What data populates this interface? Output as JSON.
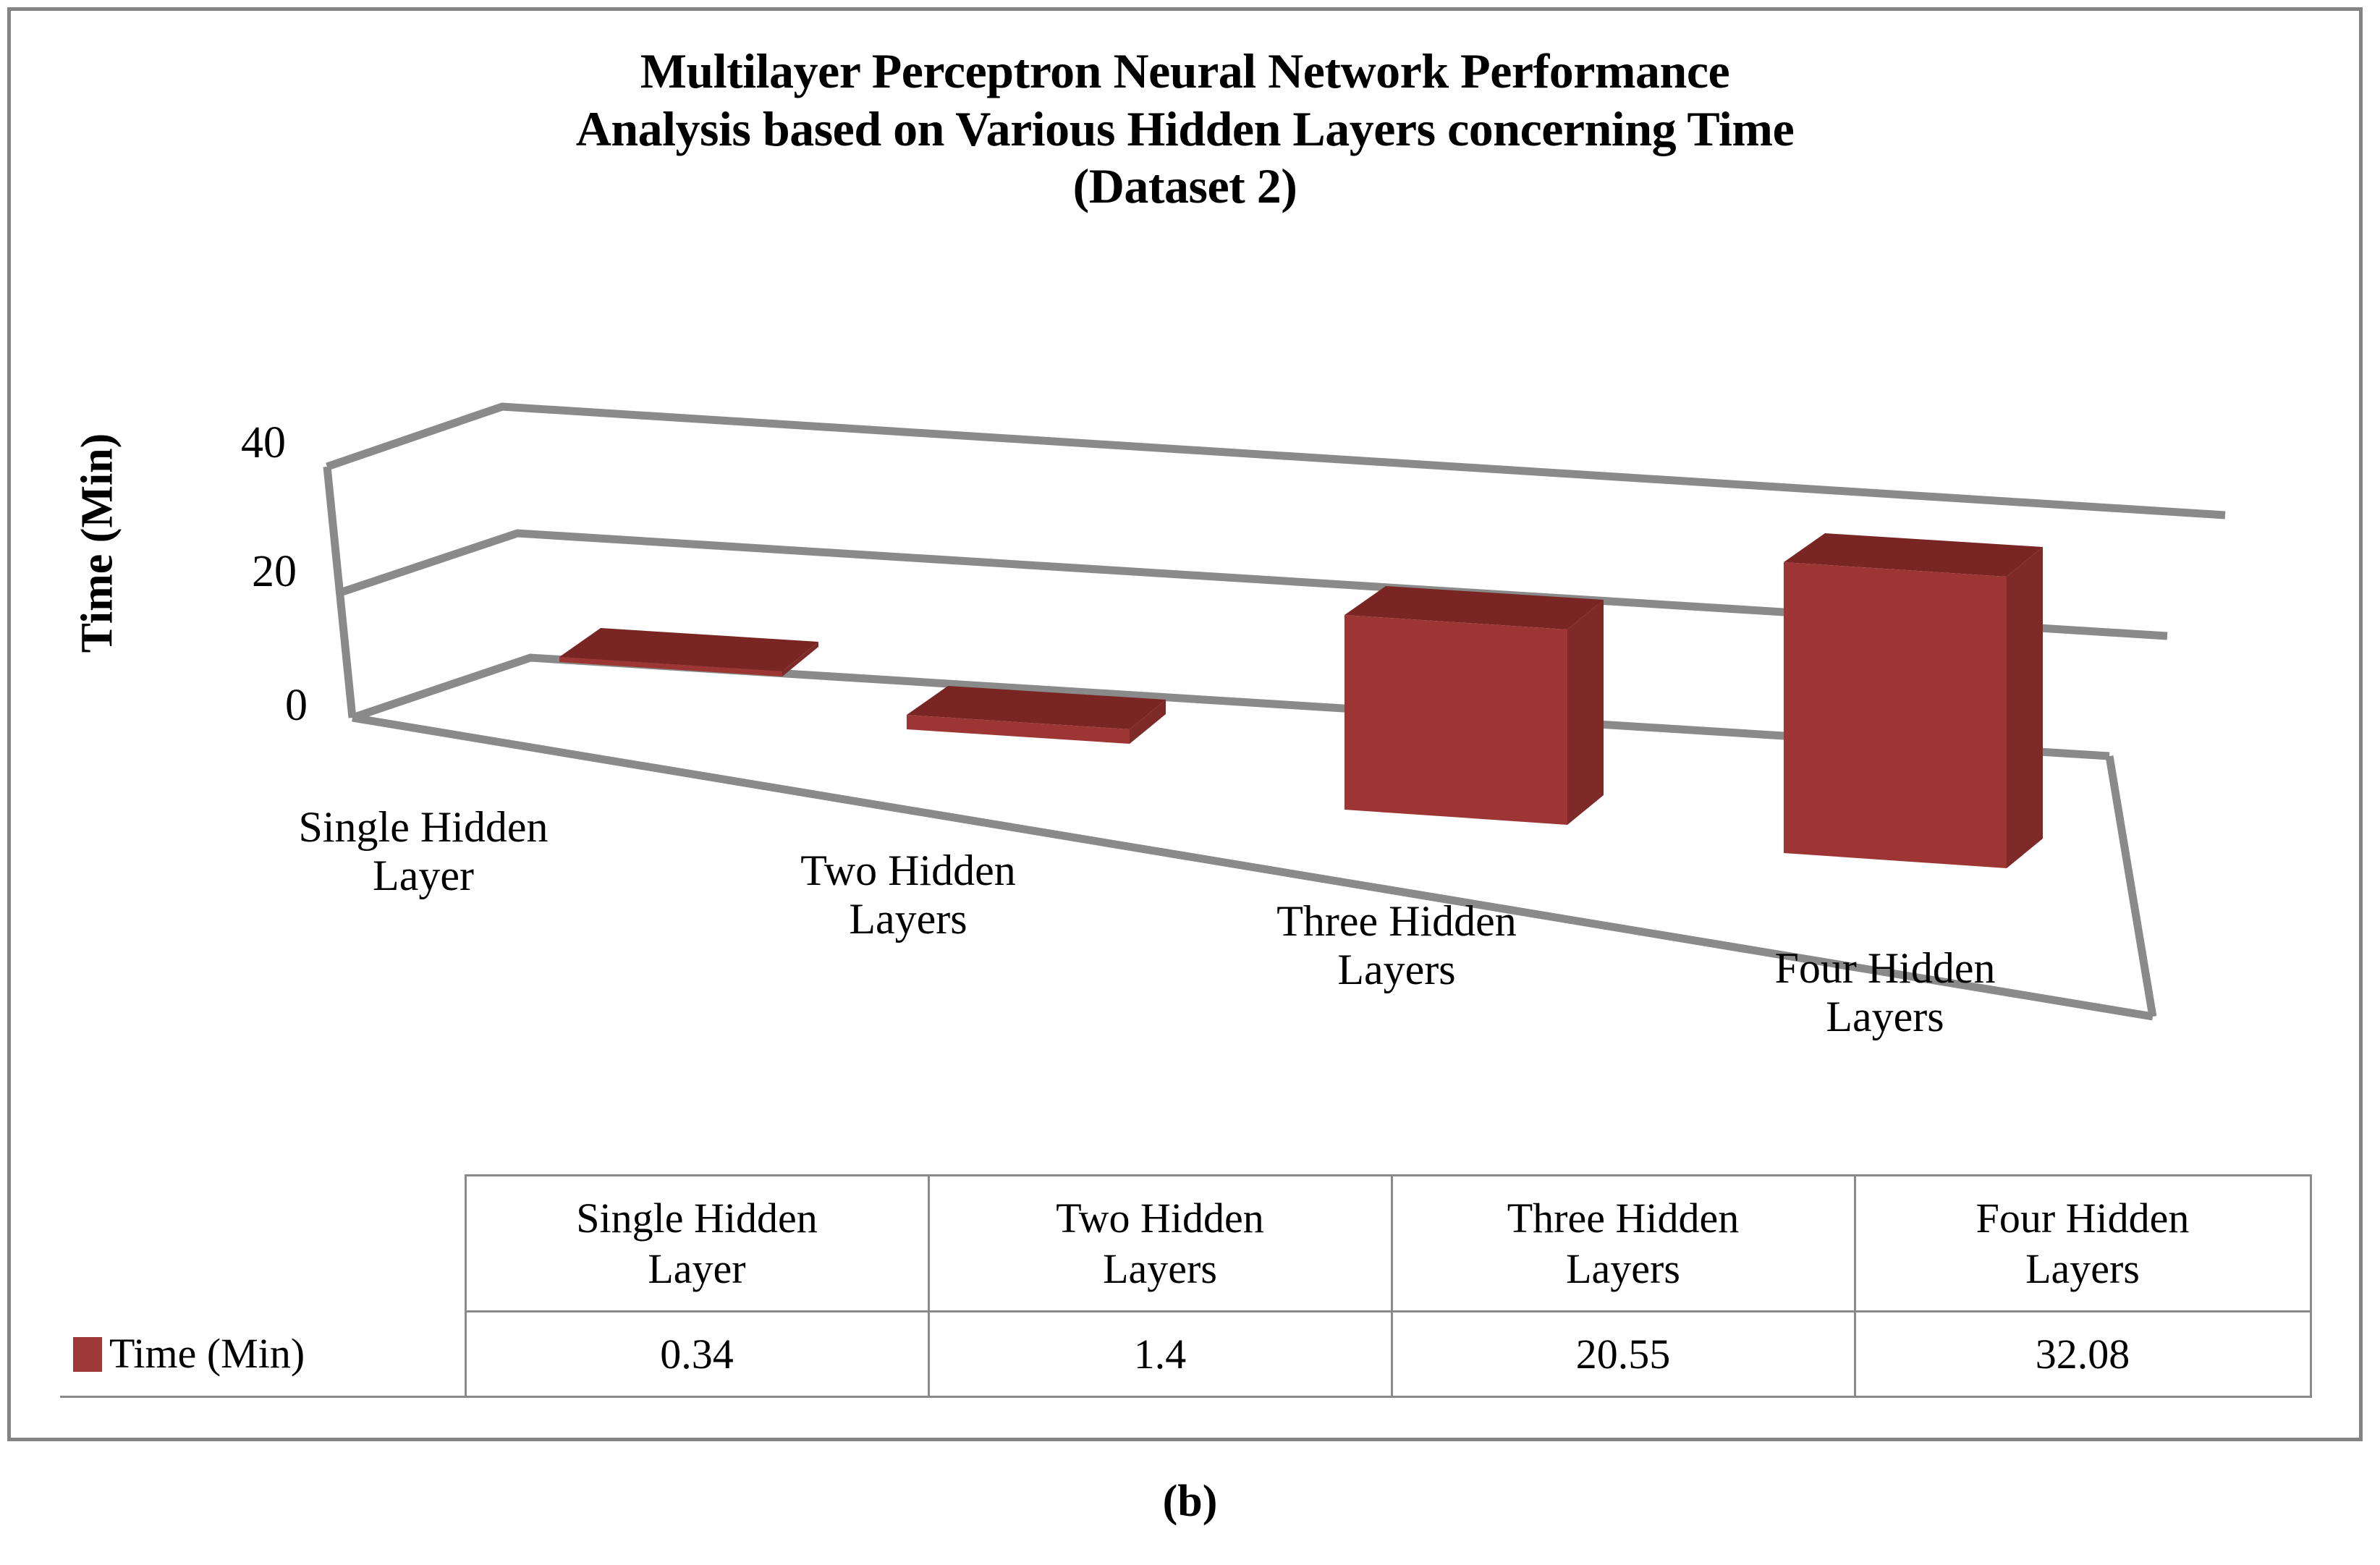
{
  "figure": {
    "caption": "(b)",
    "frame_color": "#848484"
  },
  "chart_data": {
    "type": "bar",
    "title": "Multilayer Perceptron Neural Network Performance Analysis based on Various Hidden Layers concerning Time (Dataset 2)",
    "title_lines": [
      "Multilayer Perceptron Neural Network Performance",
      "Analysis based on Various Hidden Layers concerning Time",
      "(Dataset 2)"
    ],
    "categories": [
      "Single Hidden Layer",
      "Two Hidden Layers",
      "Three Hidden Layers",
      "Four Hidden Layers"
    ],
    "category_lines": [
      [
        "Single Hidden",
        "Layer"
      ],
      [
        "Two Hidden",
        "Layers"
      ],
      [
        "Three Hidden",
        "Layers"
      ],
      [
        "Four Hidden",
        "Layers"
      ]
    ],
    "series": [
      {
        "name": "Time (Min)",
        "values": [
          0.34,
          1.4,
          20.55,
          32.08
        ],
        "color": "#9E3A38"
      }
    ],
    "values_display": [
      "0.34",
      "1.4",
      "20.55",
      "32.08"
    ],
    "xlabel": "",
    "ylabel": "Time (Min)",
    "ylim": [
      0,
      40
    ],
    "yticks": [
      0,
      20,
      40
    ],
    "ytick_labels": [
      "0",
      "20",
      "40"
    ],
    "grid": true,
    "legend": [
      "Time (Min)"
    ],
    "legend_position": "data-table",
    "three_d": true,
    "bar_colors": {
      "front": "#9C3533",
      "top": "#782523",
      "side": "#7E2A28"
    },
    "wall_color": "#8a8a8a"
  },
  "axis": {
    "y_title": "Time (Min)",
    "tick_40": "40",
    "tick_20": "20",
    "tick_0": "0"
  },
  "table": {
    "header_blank": "",
    "headers": [
      [
        "Single Hidden",
        "Layer"
      ],
      [
        "Two Hidden",
        "Layers"
      ],
      [
        "Three Hidden",
        "Layers"
      ],
      [
        "Four Hidden",
        "Layers"
      ]
    ],
    "row_label": "Time (Min)",
    "row_values": [
      "0.34",
      "1.4",
      "20.55",
      "32.08"
    ],
    "swatch_color": "#9E3A38",
    "border_color": "#8a8a8a"
  }
}
